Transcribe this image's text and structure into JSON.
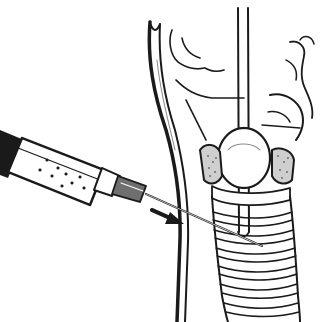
{
  "figure": {
    "type": "line-illustration",
    "subject": "syringe-needle-injection-into-trachea",
    "colors": {
      "ink": "#1a1a1a",
      "background": "#ffffff",
      "stipple": "#8a8a8a",
      "gray": "#6f6f6f"
    },
    "parts": [
      "syringe-barrel",
      "syringe-hub",
      "needle",
      "direction-arrow",
      "skin-surface",
      "endotracheal-tube",
      "tube-cuff",
      "trachea-rings",
      "thyroid-cartilage",
      "cricoid-cartilage",
      "vocal-structures"
    ]
  }
}
